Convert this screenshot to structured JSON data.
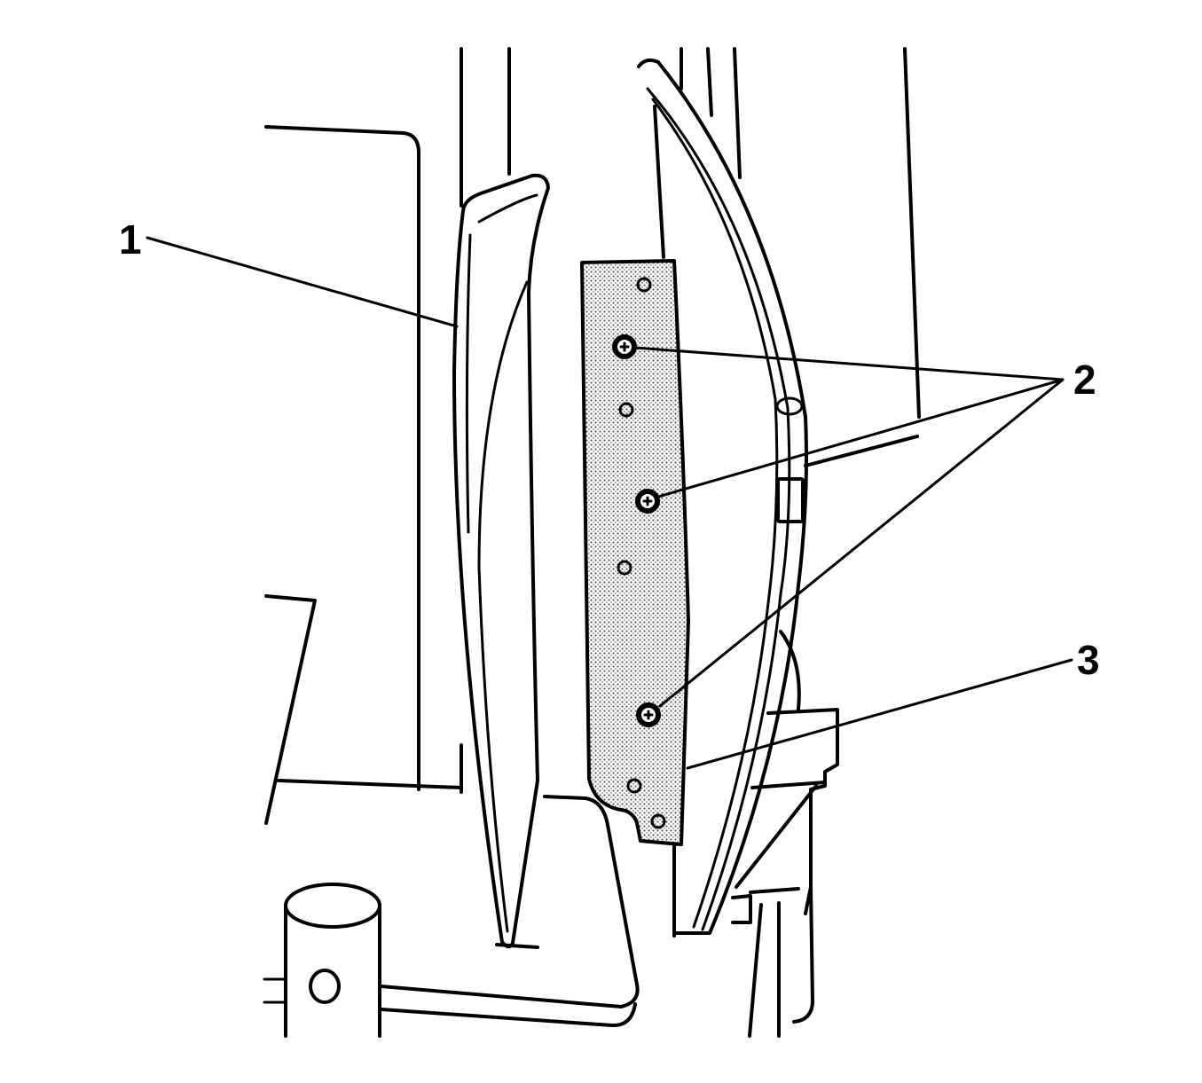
{
  "callouts": {
    "c1": "1",
    "c2": "2",
    "c3": "3"
  },
  "colors": {
    "line": "#000000",
    "background": "#ffffff",
    "bracket_fill": "#d4d4d4"
  }
}
